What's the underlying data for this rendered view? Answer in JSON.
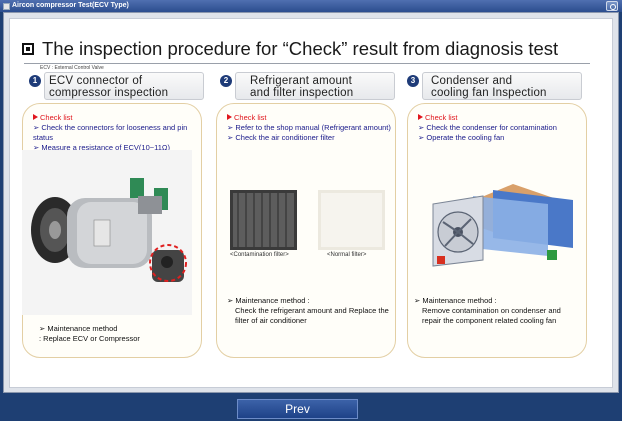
{
  "window": {
    "title": "Aircon compressor Test(ECV Type)"
  },
  "headline": "The inspection procedure for “Check” result from diagnosis test",
  "note": "ECV : External Control Valve",
  "steps": [
    {
      "num": "1",
      "title_line1": "ECV connector of",
      "title_line2": "compressor inspection"
    },
    {
      "num": "2",
      "title_line1": "Refrigerant amount",
      "title_line2": "and filter inspection"
    },
    {
      "num": "3",
      "title_line1": "Condenser and",
      "title_line2": "cooling fan Inspection"
    }
  ],
  "cards": [
    {
      "check_label": "Check list",
      "items": [
        "➢ Check the connectors for looseness and pin status",
        "➢ Measure a resistance of ECV(10~11Ω)"
      ],
      "maint_title": "➢ Maintenance method",
      "maint_body": ": Replace ECV or Compressor"
    },
    {
      "check_label": "Check list",
      "items": [
        "➢ Refer to the shop manual (Refrigerant amount)",
        "➢ Check the air conditioner filter"
      ],
      "filter_captions": [
        "<Contamination filter>",
        "<Normal filter>"
      ],
      "maint_title": "➢ Maintenance method :",
      "maint_body": "Check the refrigerant amount and Replace the filter of air conditioner"
    },
    {
      "check_label": "Check list",
      "items": [
        "➢ Check the condenser for contamination",
        "➢ Operate the cooling fan"
      ],
      "maint_title": "➢ Maintenance method :",
      "maint_body": "Remove contamination on condenser and repair the component related cooling fan"
    }
  ],
  "footer": {
    "prev_label": "Prev"
  }
}
